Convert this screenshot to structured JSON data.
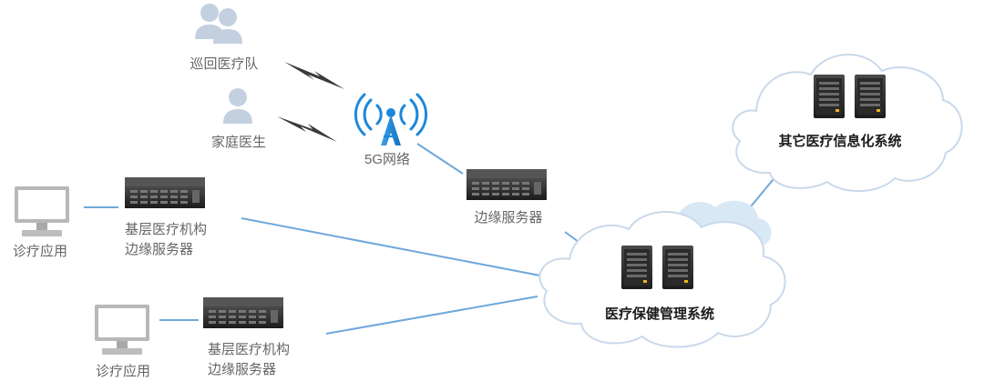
{
  "nodes": {
    "patrol_team": {
      "label": "巡回医疗队"
    },
    "family_doctor": {
      "label": "家庭医生"
    },
    "tower": {
      "label": "5G网络"
    },
    "edge_server": {
      "label": "边缘服务器"
    },
    "primary_server_1": {
      "label_line1": "基层医疗机构",
      "label_line2": "边缘服务器"
    },
    "primary_server_2": {
      "label_line1": "基层医疗机构",
      "label_line2": "边缘服务器"
    },
    "clinic_app_1": {
      "label": "诊疗应用"
    },
    "clinic_app_2": {
      "label": "诊疗应用"
    },
    "healthcare_cloud": {
      "label": "医疗保健管理系统"
    },
    "other_cloud": {
      "label": "其它医疗信息化系统"
    }
  },
  "colors": {
    "link": "#6fa8dc",
    "tower": "#1e88d8",
    "person": "#c3d0e0",
    "cloud_stroke": "#c9d9ea",
    "cloud_back": "#d9e8f5",
    "server": "#2b2b2b"
  }
}
